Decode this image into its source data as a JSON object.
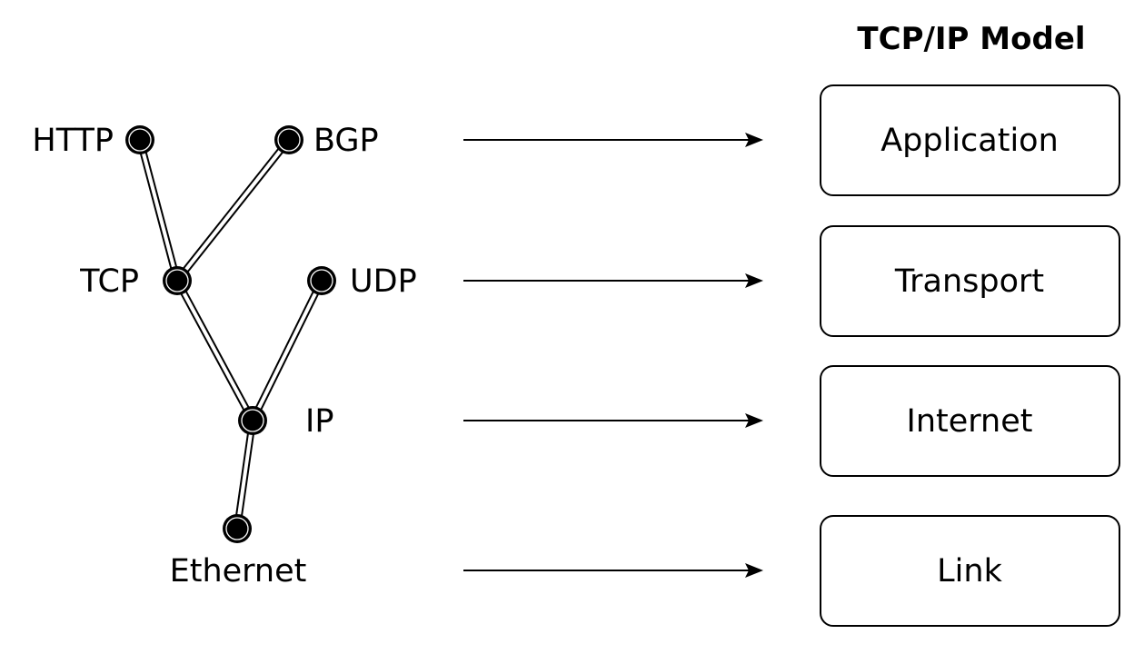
{
  "title": "TCP/IP Model",
  "protocols": {
    "http": "HTTP",
    "bgp": "BGP",
    "tcp": "TCP",
    "udp": "UDP",
    "ip": "IP",
    "ethernet": "Ethernet"
  },
  "layers": [
    {
      "key": "application",
      "label": "Application"
    },
    {
      "key": "transport",
      "label": "Transport"
    },
    {
      "key": "internet",
      "label": "Internet"
    },
    {
      "key": "link",
      "label": "Link"
    }
  ],
  "edges": [
    {
      "from": "HTTP",
      "to": "TCP"
    },
    {
      "from": "BGP",
      "to": "TCP"
    },
    {
      "from": "TCP",
      "to": "IP"
    },
    {
      "from": "UDP",
      "to": "IP"
    },
    {
      "from": "IP",
      "to": "Ethernet"
    }
  ],
  "mappings": [
    {
      "level": "HTTP, BGP",
      "layer": "Application"
    },
    {
      "level": "TCP, UDP",
      "layer": "Transport"
    },
    {
      "level": "IP",
      "layer": "Internet"
    },
    {
      "level": "Ethernet",
      "layer": "Link"
    }
  ]
}
